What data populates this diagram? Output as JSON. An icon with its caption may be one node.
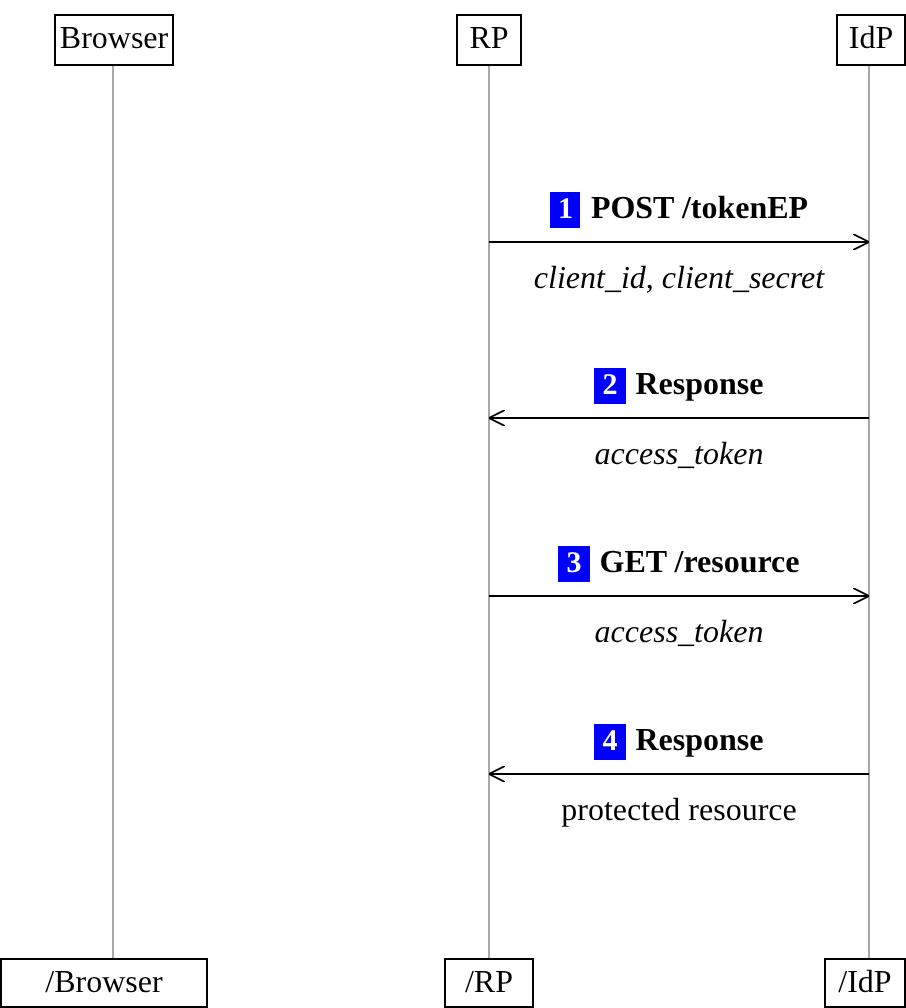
{
  "diagram": {
    "nodes": [
      {
        "text": [
          "Browser"
        ]
      },
      {
        "text": [
          "RP"
        ]
      },
      {
        "text": [
          "IdP"
        ]
      },
      {
        "text": [],
        "shape": "bar"
      },
      {
        "text": [],
        "shape": "bar"
      },
      {
        "text": [],
        "shape": "bar"
      },
      {
        "text": [
          "/Browser"
        ]
      },
      {
        "text": [
          "/RP"
        ]
      },
      {
        "text": [
          "/IdP"
        ]
      }
    ],
    "edges": [
      {
        "from": 4,
        "to": 5,
        "arrow": "to",
        "label": "POST /tokenEP"
      },
      {
        "from": 5,
        "to": 4,
        "arrow": "to",
        "label": "Response"
      },
      {
        "from": 4,
        "to": 5,
        "arrow": "to",
        "label": "GET /resource"
      },
      {
        "from": 5,
        "to": 4,
        "arrow": "to",
        "label": "Response"
      }
    ],
    "labels": [
      "1",
      "*client_id*, *client_secret*",
      "2",
      "*access_token*",
      "3",
      "*access_token*",
      "4",
      "protected resource"
    ]
  }
}
